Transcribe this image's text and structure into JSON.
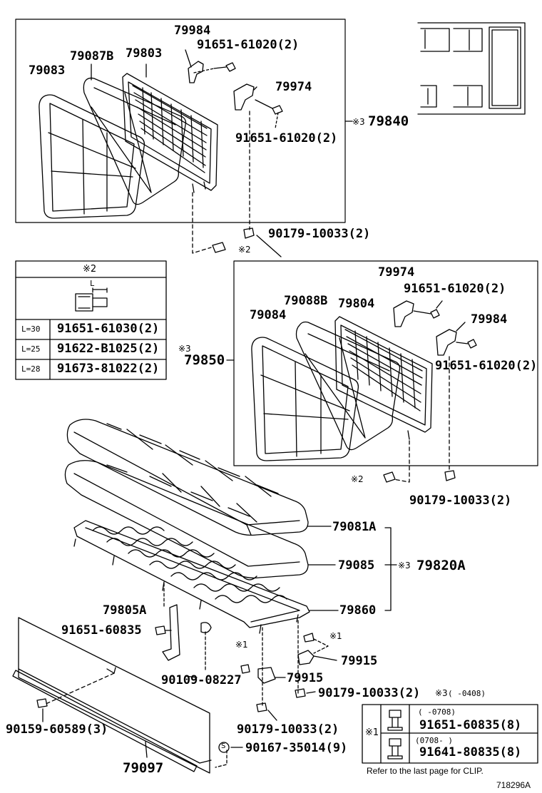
{
  "labels": {
    "p79984_top": "79984",
    "p91651_61020_top": "91651-61020(2)",
    "p79087B": "79087B",
    "p79803": "79803",
    "p79083": "79083",
    "p79974_top": "79974",
    "p91651_61020_mid": "91651-61020(2)",
    "p79840": "79840",
    "p90179_10033_a": "90179-10033(2)",
    "p79974_right": "79974",
    "p91651_61020_right": "91651-61020(2)",
    "p79088B": "79088B",
    "p79804": "79804",
    "p79084": "79084",
    "p79984_right": "79984",
    "p79850": "79850",
    "p91651_61020_right2": "91651-61020(2)",
    "p90179_10033_b": "90179-10033(2)",
    "p79081A": "79081A",
    "p79085": "79085",
    "p79820A": "79820A",
    "p79860": "79860",
    "p79805A": "79805A",
    "p91651_60835": "91651-60835",
    "p79915_a": "79915",
    "p79915_b": "79915",
    "p90109_08227": "90109-08227",
    "p90179_10033_c": "90179-10033(2)",
    "p90159_60589": "90159-60589(3)",
    "p90179_10033_d": "90179-10033(2)",
    "p90167_35014": "90167-35014(9)",
    "p79097": "79097",
    "range_0408": "(      -0408)"
  },
  "marks": {
    "m2_a": "※2",
    "m3_79840": "※3",
    "m3_79850": "※3",
    "m2_b": "※2",
    "m3_79820A": "※3",
    "m1_a": "※1",
    "m1_b": "※1",
    "m3_0408": "※3",
    "s_circle": "S"
  },
  "bolt_table": {
    "header": "※2",
    "dim_label": "L",
    "rows": [
      {
        "length": "L=30",
        "part": "91651-61030(2)"
      },
      {
        "length": "L=25",
        "part": "91622-B1025(2)"
      },
      {
        "length": "L=28",
        "part": "91673-81022(2)"
      }
    ]
  },
  "clip_table": {
    "mark": "※1",
    "rows": [
      {
        "range": "(      -0708)",
        "part": "91651-60835(8)"
      },
      {
        "range": "(0708-      )",
        "part": "91641-80835(8)"
      }
    ]
  },
  "footer": {
    "note": "Refer to the last page for CLIP.",
    "diagram_id": "718296A"
  }
}
